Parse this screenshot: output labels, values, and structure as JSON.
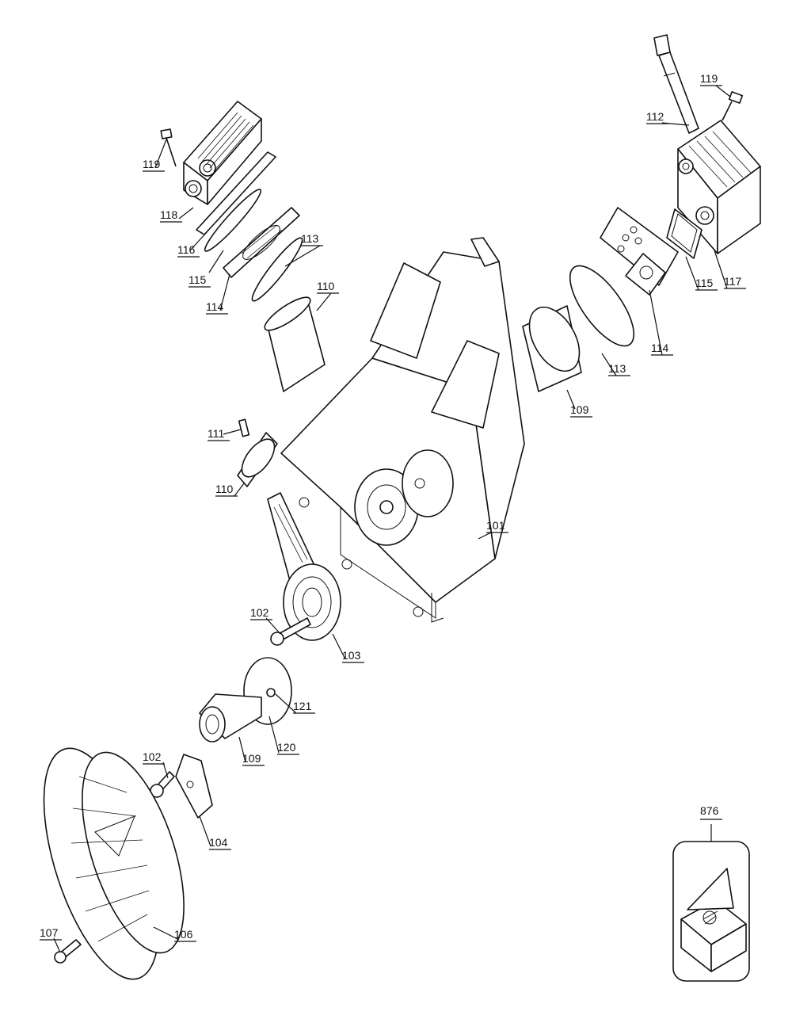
{
  "labels": {
    "l119a": "119",
    "l118": "118",
    "l116": "116",
    "l115a": "115",
    "l113a": "113",
    "l110a": "110",
    "l114a": "114",
    "l111": "111",
    "l110b": "110",
    "l112": "112",
    "l119b": "119",
    "l117": "117",
    "l115b": "115",
    "l114b": "114",
    "l113b": "113",
    "l109a": "109",
    "l101": "101",
    "l102a": "102",
    "l103": "103",
    "l121": "121",
    "l120": "120",
    "l109b": "109",
    "l102b": "102",
    "l104": "104",
    "l106": "106",
    "l107": "107",
    "l876": "876"
  }
}
